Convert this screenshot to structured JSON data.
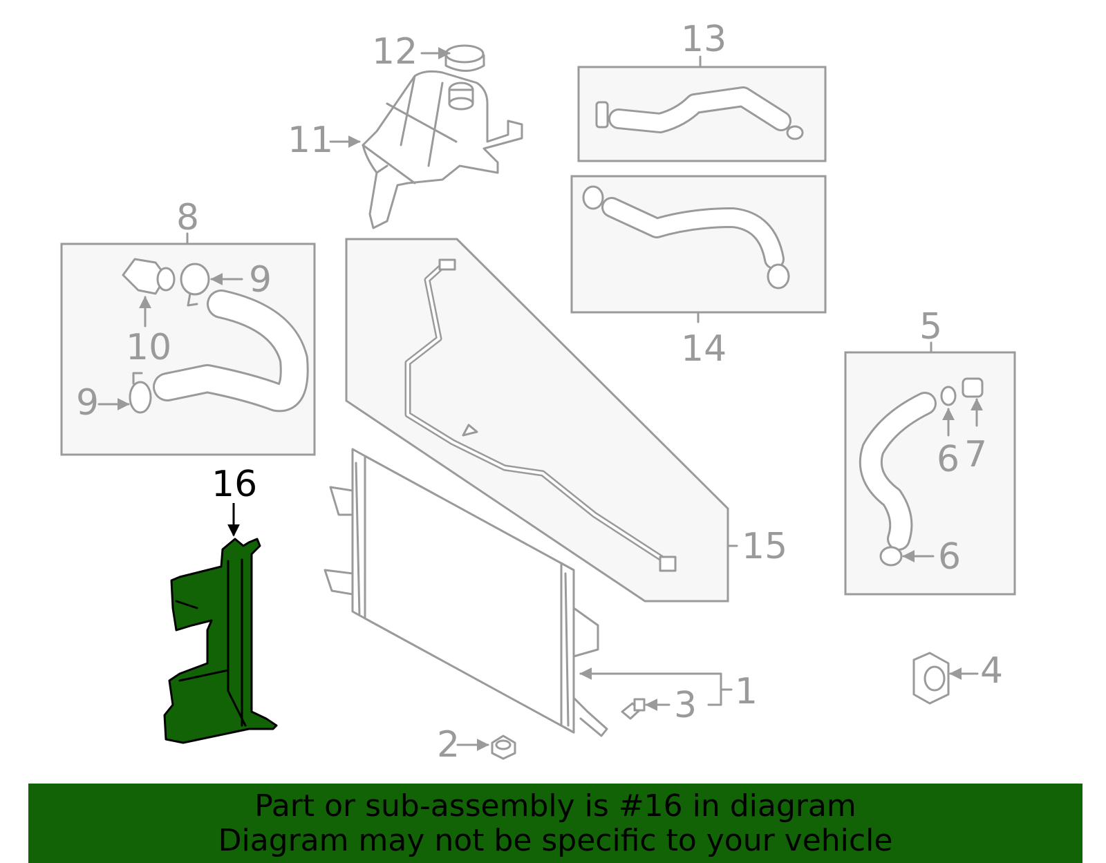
{
  "callouts": {
    "n1": "1",
    "n2": "2",
    "n3": "3",
    "n4": "4",
    "n5": "5",
    "n6a": "6",
    "n6b": "6",
    "n7": "7",
    "n8": "8",
    "n9a": "9",
    "n9b": "9",
    "n10": "10",
    "n11": "11",
    "n12": "12",
    "n13": "13",
    "n14": "14",
    "n15": "15",
    "n16": "16"
  },
  "highlighted_part": "16",
  "colors": {
    "highlight": "#116306",
    "outline": "#9a9a9a",
    "box_fill": "#f7f7f7"
  },
  "banner": {
    "line1": "Part or sub-assembly is #16 in diagram",
    "line2": "Diagram may not be specific to your vehicle"
  }
}
